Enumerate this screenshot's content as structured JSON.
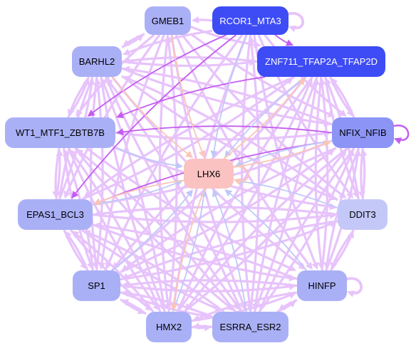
{
  "graph": {
    "nodes": [
      {
        "id": "gmeb1",
        "label": "GMEB1",
        "fill": "#aab0f6",
        "text": "#000000"
      },
      {
        "id": "rcor1",
        "label": "RCOR1_MTA3",
        "fill": "#3d4cf5",
        "text": "#ffffff"
      },
      {
        "id": "barhl2",
        "label": "BARHL2",
        "fill": "#aab0f6",
        "text": "#000000"
      },
      {
        "id": "znf",
        "label": "ZNF711_TFAP2A_TFAP2D",
        "fill": "#3d4cf5",
        "text": "#ffffff"
      },
      {
        "id": "wt1",
        "label": "WT1_MTF1_ZBTB7B",
        "fill": "#aab0f6",
        "text": "#000000"
      },
      {
        "id": "nfix",
        "label": "NFIX_NFIB",
        "fill": "#8c94f5",
        "text": "#000000"
      },
      {
        "id": "lhx6",
        "label": "LHX6",
        "fill": "#fbc2c2",
        "text": "#000000"
      },
      {
        "id": "epas1",
        "label": "EPAS1_BCL3",
        "fill": "#aab0f6",
        "text": "#000000"
      },
      {
        "id": "ddit3",
        "label": "DDIT3",
        "fill": "#c4c8f8",
        "text": "#000000"
      },
      {
        "id": "sp1",
        "label": "SP1",
        "fill": "#aab0f6",
        "text": "#000000"
      },
      {
        "id": "hinfp",
        "label": "HINFP",
        "fill": "#aab0f6",
        "text": "#000000"
      },
      {
        "id": "hmx2",
        "label": "HMX2",
        "fill": "#aab0f6",
        "text": "#000000"
      },
      {
        "id": "esrra",
        "label": "ESRRA_ESR2",
        "fill": "#aab0f6",
        "text": "#000000"
      }
    ],
    "edge_colors": {
      "light": "#e7c3fb",
      "strong": "#c45cf0",
      "blue": "#c0c8f8",
      "peach": "#f9c6b8"
    },
    "edges": [
      {
        "from": "gmeb1",
        "to": "lhx6",
        "color": "peach"
      },
      {
        "from": "rcor1",
        "to": "lhx6",
        "color": "blue"
      },
      {
        "from": "barhl2",
        "to": "lhx6",
        "color": "peach"
      },
      {
        "from": "znf",
        "to": "lhx6",
        "color": "blue"
      },
      {
        "from": "wt1",
        "to": "lhx6",
        "color": "blue"
      },
      {
        "from": "nfix",
        "to": "lhx6",
        "color": "blue"
      },
      {
        "from": "epas1",
        "to": "lhx6",
        "color": "blue"
      },
      {
        "from": "ddit3",
        "to": "lhx6",
        "color": "blue"
      },
      {
        "from": "sp1",
        "to": "lhx6",
        "color": "blue"
      },
      {
        "from": "hinfp",
        "to": "lhx6",
        "color": "blue"
      },
      {
        "from": "hmx2",
        "to": "lhx6",
        "color": "blue"
      },
      {
        "from": "esrra",
        "to": "lhx6",
        "color": "blue"
      },
      {
        "from": "lhx6",
        "to": "epas1",
        "color": "peach"
      },
      {
        "from": "lhx6",
        "to": "hmx2",
        "color": "peach"
      },
      {
        "from": "lhx6",
        "to": "znf",
        "color": "peach"
      },
      {
        "from": "lhx6",
        "to": "nfix",
        "color": "peach"
      },
      {
        "from": "rcor1",
        "to": "znf",
        "color": "strong"
      },
      {
        "from": "rcor1",
        "to": "wt1",
        "color": "strong"
      },
      {
        "from": "nfix",
        "to": "epas1",
        "color": "strong"
      },
      {
        "from": "nfix",
        "to": "wt1",
        "color": "strong"
      },
      {
        "from": "znf",
        "to": "wt1",
        "color": "strong"
      },
      {
        "from": "rcor1",
        "to": "epas1",
        "color": "strong"
      },
      {
        "from": "gmeb1",
        "to": "barhl2",
        "color": "light"
      },
      {
        "from": "gmeb1",
        "to": "wt1",
        "color": "light"
      },
      {
        "from": "gmeb1",
        "to": "epas1",
        "color": "light"
      },
      {
        "from": "gmeb1",
        "to": "sp1",
        "color": "light"
      },
      {
        "from": "gmeb1",
        "to": "hmx2",
        "color": "light"
      },
      {
        "from": "gmeb1",
        "to": "esrra",
        "color": "light"
      },
      {
        "from": "gmeb1",
        "to": "hinfp",
        "color": "light"
      },
      {
        "from": "gmeb1",
        "to": "ddit3",
        "color": "light"
      },
      {
        "from": "gmeb1",
        "to": "nfix",
        "color": "light"
      },
      {
        "from": "gmeb1",
        "to": "znf",
        "color": "light"
      },
      {
        "from": "rcor1",
        "to": "gmeb1",
        "color": "light"
      },
      {
        "from": "rcor1",
        "to": "barhl2",
        "color": "light"
      },
      {
        "from": "rcor1",
        "to": "sp1",
        "color": "light"
      },
      {
        "from": "rcor1",
        "to": "hmx2",
        "color": "light"
      },
      {
        "from": "rcor1",
        "to": "esrra",
        "color": "light"
      },
      {
        "from": "rcor1",
        "to": "hinfp",
        "color": "light"
      },
      {
        "from": "rcor1",
        "to": "ddit3",
        "color": "light"
      },
      {
        "from": "rcor1",
        "to": "nfix",
        "color": "light"
      },
      {
        "from": "barhl2",
        "to": "gmeb1",
        "color": "light"
      },
      {
        "from": "barhl2",
        "to": "wt1",
        "color": "light"
      },
      {
        "from": "barhl2",
        "to": "epas1",
        "color": "light"
      },
      {
        "from": "barhl2",
        "to": "sp1",
        "color": "light"
      },
      {
        "from": "barhl2",
        "to": "hmx2",
        "color": "light"
      },
      {
        "from": "barhl2",
        "to": "esrra",
        "color": "light"
      },
      {
        "from": "barhl2",
        "to": "hinfp",
        "color": "light"
      },
      {
        "from": "barhl2",
        "to": "ddit3",
        "color": "light"
      },
      {
        "from": "barhl2",
        "to": "nfix",
        "color": "light"
      },
      {
        "from": "barhl2",
        "to": "znf",
        "color": "light"
      },
      {
        "from": "znf",
        "to": "barhl2",
        "color": "light"
      },
      {
        "from": "znf",
        "to": "epas1",
        "color": "light"
      },
      {
        "from": "znf",
        "to": "sp1",
        "color": "light"
      },
      {
        "from": "znf",
        "to": "hmx2",
        "color": "light"
      },
      {
        "from": "znf",
        "to": "esrra",
        "color": "light"
      },
      {
        "from": "znf",
        "to": "hinfp",
        "color": "light"
      },
      {
        "from": "znf",
        "to": "ddit3",
        "color": "light"
      },
      {
        "from": "znf",
        "to": "nfix",
        "color": "light"
      },
      {
        "from": "wt1",
        "to": "barhl2",
        "color": "light"
      },
      {
        "from": "wt1",
        "to": "epas1",
        "color": "light"
      },
      {
        "from": "wt1",
        "to": "sp1",
        "color": "light"
      },
      {
        "from": "wt1",
        "to": "hmx2",
        "color": "light"
      },
      {
        "from": "wt1",
        "to": "esrra",
        "color": "light"
      },
      {
        "from": "wt1",
        "to": "hinfp",
        "color": "light"
      },
      {
        "from": "wt1",
        "to": "ddit3",
        "color": "light"
      },
      {
        "from": "wt1",
        "to": "nfix",
        "color": "light"
      },
      {
        "from": "nfix",
        "to": "barhl2",
        "color": "light"
      },
      {
        "from": "nfix",
        "to": "znf",
        "color": "light"
      },
      {
        "from": "nfix",
        "to": "sp1",
        "color": "light"
      },
      {
        "from": "nfix",
        "to": "hmx2",
        "color": "light"
      },
      {
        "from": "nfix",
        "to": "esrra",
        "color": "light"
      },
      {
        "from": "nfix",
        "to": "hinfp",
        "color": "light"
      },
      {
        "from": "nfix",
        "to": "ddit3",
        "color": "light"
      },
      {
        "from": "epas1",
        "to": "barhl2",
        "color": "light"
      },
      {
        "from": "epas1",
        "to": "wt1",
        "color": "light"
      },
      {
        "from": "epas1",
        "to": "sp1",
        "color": "light"
      },
      {
        "from": "epas1",
        "to": "hmx2",
        "color": "light"
      },
      {
        "from": "epas1",
        "to": "esrra",
        "color": "light"
      },
      {
        "from": "epas1",
        "to": "hinfp",
        "color": "light"
      },
      {
        "from": "epas1",
        "to": "ddit3",
        "color": "light"
      },
      {
        "from": "epas1",
        "to": "nfix",
        "color": "light"
      },
      {
        "from": "epas1",
        "to": "znf",
        "color": "light"
      },
      {
        "from": "ddit3",
        "to": "barhl2",
        "color": "light"
      },
      {
        "from": "ddit3",
        "to": "nfix",
        "color": "light"
      },
      {
        "from": "ddit3",
        "to": "epas1",
        "color": "light"
      },
      {
        "from": "ddit3",
        "to": "sp1",
        "color": "light"
      },
      {
        "from": "ddit3",
        "to": "hinfp",
        "color": "light"
      },
      {
        "from": "ddit3",
        "to": "znf",
        "color": "light"
      },
      {
        "from": "sp1",
        "to": "barhl2",
        "color": "light"
      },
      {
        "from": "sp1",
        "to": "wt1",
        "color": "light"
      },
      {
        "from": "sp1",
        "to": "epas1",
        "color": "light"
      },
      {
        "from": "sp1",
        "to": "hmx2",
        "color": "light"
      },
      {
        "from": "sp1",
        "to": "esrra",
        "color": "light"
      },
      {
        "from": "sp1",
        "to": "hinfp",
        "color": "light"
      },
      {
        "from": "sp1",
        "to": "ddit3",
        "color": "light"
      },
      {
        "from": "sp1",
        "to": "nfix",
        "color": "light"
      },
      {
        "from": "sp1",
        "to": "znf",
        "color": "light"
      },
      {
        "from": "hinfp",
        "to": "sp1",
        "color": "light"
      },
      {
        "from": "hinfp",
        "to": "epas1",
        "color": "light"
      },
      {
        "from": "hinfp",
        "to": "esrra",
        "color": "light"
      },
      {
        "from": "hinfp",
        "to": "hmx2",
        "color": "light"
      },
      {
        "from": "hinfp",
        "to": "ddit3",
        "color": "light"
      },
      {
        "from": "hinfp",
        "to": "nfix",
        "color": "light"
      },
      {
        "from": "hinfp",
        "to": "znf",
        "color": "light"
      },
      {
        "from": "hmx2",
        "to": "sp1",
        "color": "light"
      },
      {
        "from": "hmx2",
        "to": "esrra",
        "color": "light"
      },
      {
        "from": "hmx2",
        "to": "epas1",
        "color": "light"
      },
      {
        "from": "hmx2",
        "to": "wt1",
        "color": "light"
      },
      {
        "from": "hmx2",
        "to": "barhl2",
        "color": "light"
      },
      {
        "from": "hmx2",
        "to": "hinfp",
        "color": "light"
      },
      {
        "from": "hmx2",
        "to": "nfix",
        "color": "light"
      },
      {
        "from": "hmx2",
        "to": "znf",
        "color": "light"
      },
      {
        "from": "hmx2",
        "to": "gmeb1",
        "color": "light"
      },
      {
        "from": "esrra",
        "to": "hmx2",
        "color": "light"
      },
      {
        "from": "esrra",
        "to": "sp1",
        "color": "light"
      },
      {
        "from": "esrra",
        "to": "epas1",
        "color": "light"
      },
      {
        "from": "esrra",
        "to": "wt1",
        "color": "light"
      },
      {
        "from": "esrra",
        "to": "barhl2",
        "color": "light"
      },
      {
        "from": "esrra",
        "to": "hinfp",
        "color": "light"
      },
      {
        "from": "esrra",
        "to": "nfix",
        "color": "light"
      },
      {
        "from": "esrra",
        "to": "znf",
        "color": "light"
      },
      {
        "from": "esrra",
        "to": "rcor1",
        "color": "light"
      }
    ],
    "self_loops": [
      {
        "node": "rcor1",
        "color": "light"
      },
      {
        "node": "nfix",
        "color": "strong"
      },
      {
        "node": "hinfp",
        "color": "light"
      },
      {
        "node": "lhx6",
        "color": "peach"
      }
    ]
  }
}
